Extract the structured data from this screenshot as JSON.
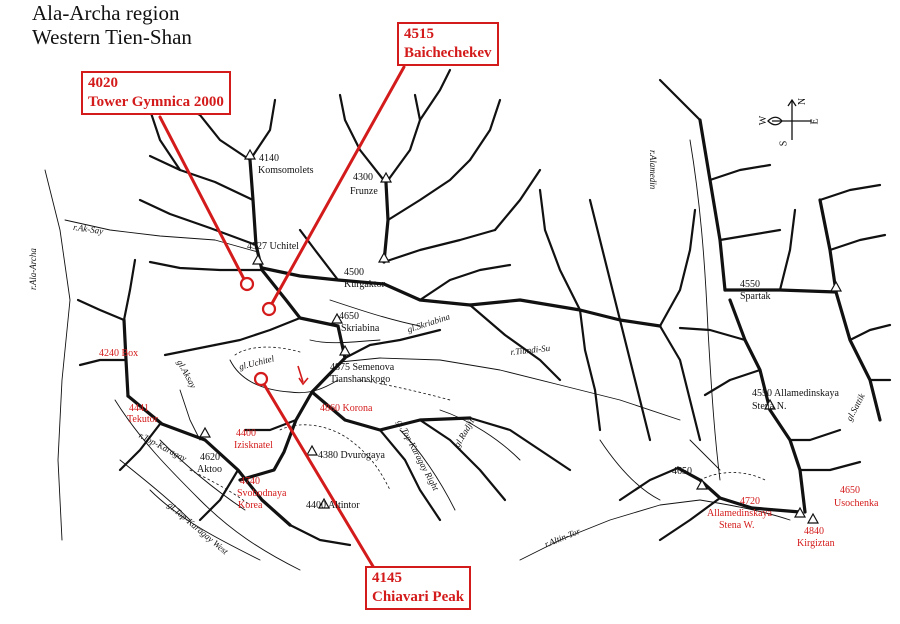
{
  "title": {
    "line1": "Ala-Archa region",
    "line2": "Western Tien-Shan"
  },
  "callouts": [
    {
      "elev": "4020",
      "name": "Tower Gymnica 2000"
    },
    {
      "elev": "4515",
      "name": "Baichechekev"
    },
    {
      "elev": "4145",
      "name": "Chiavari Peak"
    }
  ],
  "peaks": [
    {
      "text": "4140"
    },
    {
      "text": "Komsomolets"
    },
    {
      "text": "4300"
    },
    {
      "text": "Frunze"
    },
    {
      "text": "4527 Uchitel"
    },
    {
      "text": "4500"
    },
    {
      "text": "Kurgaktor"
    },
    {
      "text": "4650"
    },
    {
      "text": "Skriabina"
    },
    {
      "text": "4875 Semenova"
    },
    {
      "text": "Tianshanskogo"
    },
    {
      "text": "4380 Dvurogaya"
    },
    {
      "text": "4620"
    },
    {
      "text": "Aktoo"
    },
    {
      "text": "4400 Altintor"
    },
    {
      "text": "4550"
    },
    {
      "text": "Spartak"
    },
    {
      "text": "4550 Allamedinskaya"
    },
    {
      "text": "Stena N."
    },
    {
      "text": "4650"
    }
  ],
  "red_labels": [
    {
      "text": "4240 Box"
    },
    {
      "text": "4441"
    },
    {
      "text": "Tekutor"
    },
    {
      "text": "4860 Korona"
    },
    {
      "text": "4400"
    },
    {
      "text": "Izisknatel"
    },
    {
      "text": "4740"
    },
    {
      "text": "Svobodnaya"
    },
    {
      "text": "Korea"
    },
    {
      "text": "4720"
    },
    {
      "text": "Allamedinskaya"
    },
    {
      "text": "Stena W."
    },
    {
      "text": "4650"
    },
    {
      "text": "Usochenka"
    },
    {
      "text": "4840"
    },
    {
      "text": "Kirgiztan"
    }
  ],
  "rivers": [
    {
      "text": "r.Ala-Archa"
    },
    {
      "text": "r.Ak-Say"
    },
    {
      "text": "gl.Skriabina"
    },
    {
      "text": "r.Tiundi-Su"
    },
    {
      "text": "gl.Uchitel"
    },
    {
      "text": "gl.Aksay"
    },
    {
      "text": "gl.Radjit"
    },
    {
      "text": "gl.Top-Karagay Right"
    },
    {
      "text": "r.Top-Karagay"
    },
    {
      "text": "gl.Top-Karagay West"
    },
    {
      "text": "r.Altin-Tor"
    },
    {
      "text": "r.Alamedin"
    },
    {
      "text": "gl.Sattik"
    }
  ],
  "compass": {
    "n": "N",
    "s": "S",
    "e": "E",
    "w": "W"
  },
  "colors": {
    "accent": "#d41b1b",
    "ink": "#111111"
  }
}
